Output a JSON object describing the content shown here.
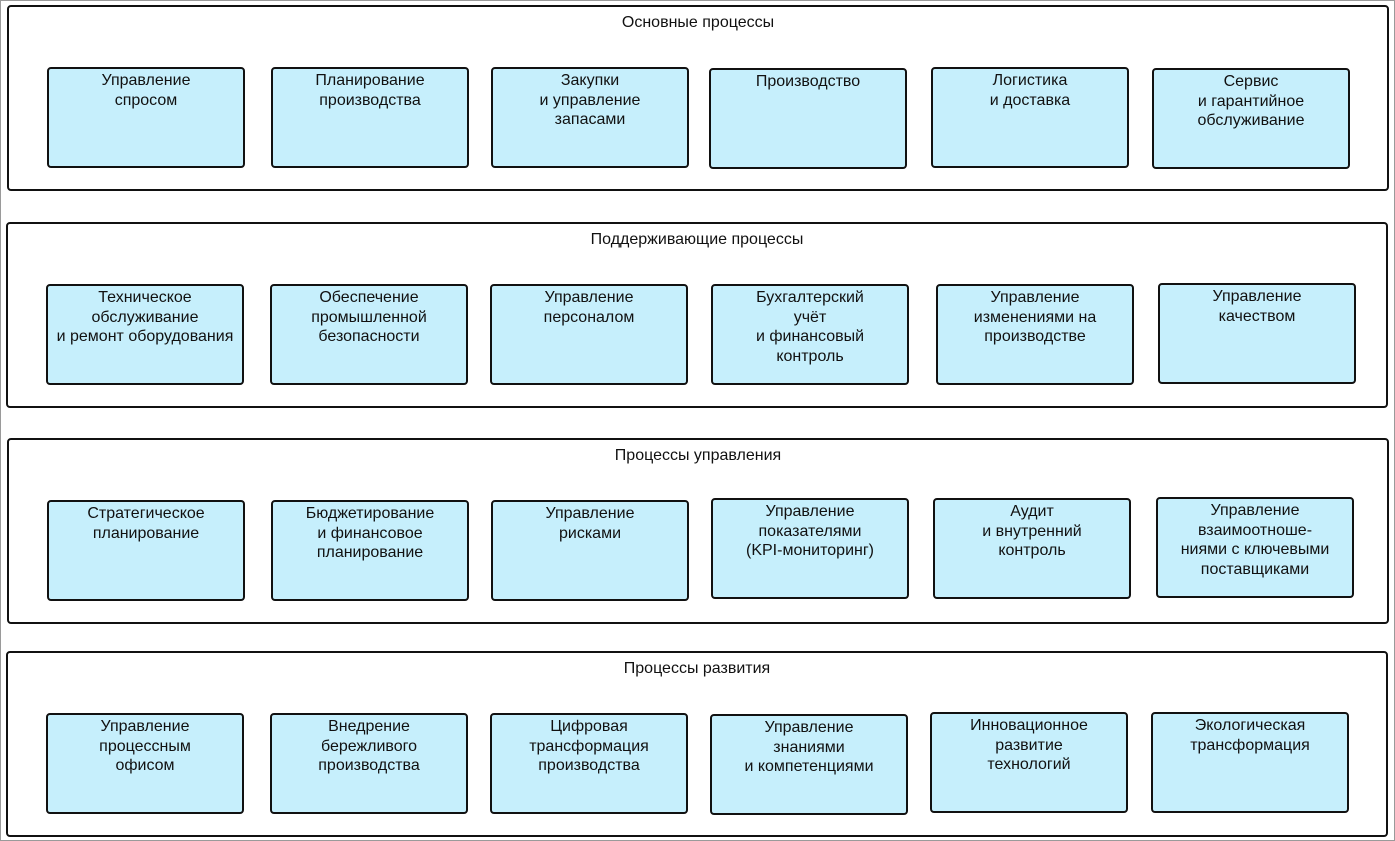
{
  "diagram": {
    "groups": [
      {
        "title": "Основные процессы",
        "boxes": [
          "Управление\nспросом",
          "Планирование\nпроизводства",
          "Закупки\nи управление\nзапасами",
          "Производство",
          "Логистика\nи доставка",
          "Сервис\nи гарантийное\nобслуживание"
        ]
      },
      {
        "title": "Поддерживающие процессы",
        "boxes": [
          "Техническое\nобслуживание\nи ремонт оборудования",
          "Обеспечение\nпромышленной\nбезопасности",
          "Управление\nперсоналом",
          "Бухгалтерский\nучёт\nи финансовый\nконтроль",
          "Управление\nизменениями на\nпроизводстве",
          "Управление\nкачеством"
        ]
      },
      {
        "title": "Процессы управления",
        "boxes": [
          "Стратегическое\nпланирование",
          "Бюджетирование\nи финансовое\nпланирование",
          "Управление\nрисками",
          "Управление\nпоказателями\n(KPI-мониторинг)",
          "Аудит\nи внутренний\nконтроль",
          "Управление\nвзаимоотноше-\nниями с ключевыми\nпоставщиками"
        ]
      },
      {
        "title": "Процессы развития",
        "boxes": [
          "Управление\nпроцессным\nофисом",
          "Внедрение\nбережливого\nпроизводства",
          "Цифровая\nтрансформация\nпроизводства",
          "Управление\nзнаниями\nи компетенциями",
          "Инновационное\nразвитие\nтехнологий",
          "Экологическая\nтрансформация"
        ]
      }
    ]
  },
  "colors": {
    "box_fill": "#c6effc",
    "stroke": "#111111"
  }
}
